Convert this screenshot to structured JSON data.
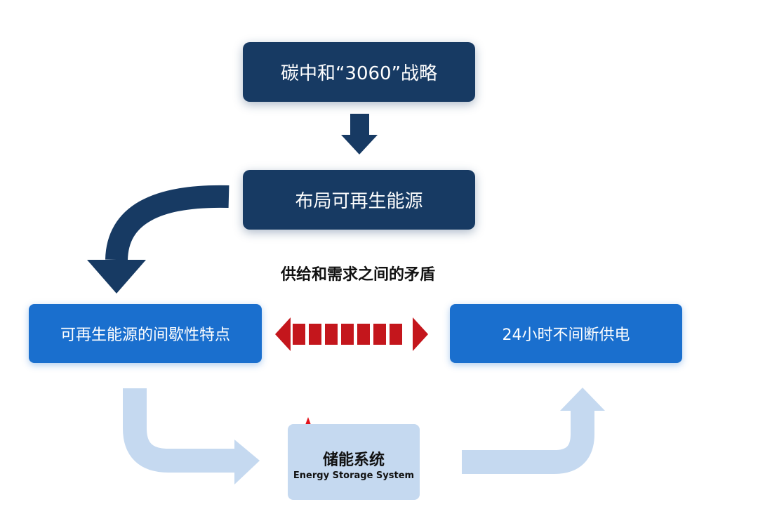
{
  "nodes": {
    "strategy": "碳中和“3060”战略",
    "renewable_layout": "布局可再生能源",
    "intermittency": "可再生能源的间歇性特点",
    "continuous_supply": "24小时不间断供电",
    "storage": {
      "title": "储能系统",
      "subtitle": "Energy Storage System"
    }
  },
  "relations": {
    "contradiction": "供给和需求之间的矛盾"
  },
  "colors": {
    "dark_box": "#173a63",
    "blue_box": "#1a6fce",
    "light_flow": "#c5d9f0",
    "red_arrow": "#c4161c",
    "star": "#e3121b"
  },
  "icons": {
    "star": "star-icon"
  }
}
